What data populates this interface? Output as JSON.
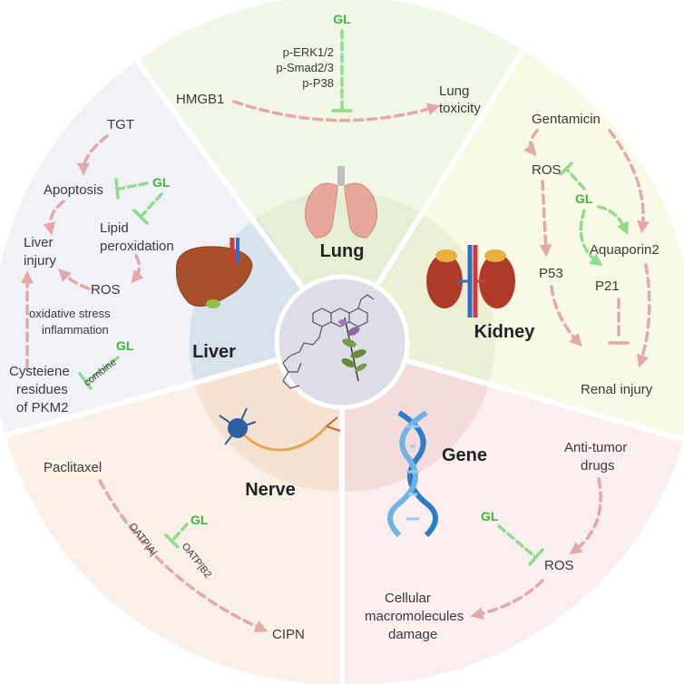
{
  "organs": {
    "lung": "Lung",
    "kidney": "Kidney",
    "liver": "Liver",
    "nerve": "Nerve",
    "gene": "Gene"
  },
  "gl_label": "GL",
  "lung_section": {
    "source": "HMGB1",
    "target_line1": "Lung",
    "target_line2": "toxicity",
    "targets": [
      "p-ERK1/2",
      "p-Smad2/3",
      "p-P38"
    ]
  },
  "kidney_section": {
    "source": "Gentamicin",
    "ros": "ROS",
    "aquaporin": "Aquaporin2",
    "p53": "P53",
    "p21": "P21",
    "outcome": "Renal injury"
  },
  "liver_section": {
    "tgt": "TGT",
    "apoptosis": "Apoptosis",
    "lipid_line1": "Lipid",
    "lipid_line2": "peroxidation",
    "liver_injury_line1": "Liver",
    "liver_injury_line2": "injury",
    "ros": "ROS",
    "stress_line1": "oxidative stress",
    "stress_line2": "inflammation",
    "combine": "combine",
    "cys_line1": "Cysteiene",
    "cys_line2": "residues",
    "cys_line3": "of PKM2"
  },
  "nerve_section": {
    "source": "Paclitaxel",
    "oatp1": "OATP|A|",
    "oatp2": "OATP|B2",
    "outcome": "CIPN"
  },
  "gene_section": {
    "source_line1": "Anti-tumor",
    "source_line2": "drugs",
    "ros": "ROS",
    "outcome_line1": "Cellular",
    "outcome_line2": "macromolecules",
    "outcome_line3": "damage"
  },
  "colors": {
    "lung_bg": "#eef6e2",
    "kidney_bg": "#f8f9e4",
    "liver_bg": "#eef1f6",
    "nerve_bg": "#faeee4",
    "gene_bg": "#faebeb",
    "pink_arrow": "#e4a8a8",
    "green_inhibit": "#8fdc8f"
  }
}
